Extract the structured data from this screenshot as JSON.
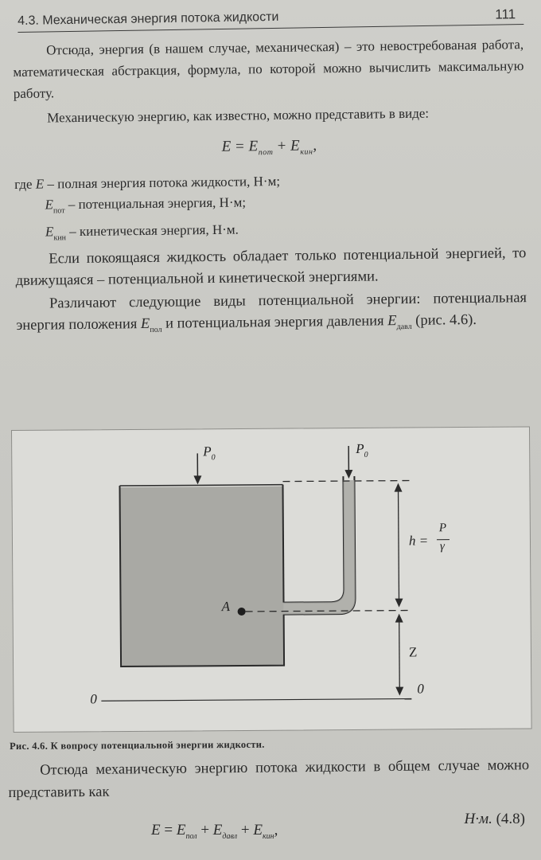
{
  "header": {
    "section": "4.3. Механическая энергия потока жидкости",
    "page_number": "111"
  },
  "paragraphs": {
    "p1": "Отсюда, энергия (в нашем случае, механическая) – это невостребованая работа, математическая абстракция, формула, по которой можно вычислить максимальную работу.",
    "p2": "Механическую энергию, как известно, можно представить в виде:"
  },
  "formula1": {
    "lhs": "E",
    "eq": "=",
    "t1": "E",
    "t1_sub": "пот",
    "plus": "+",
    "t2": "E",
    "t2_sub": "кин",
    "tail": ","
  },
  "definitions": [
    {
      "prefix": "где ",
      "sym": "E",
      "sub": "",
      "text": " – полная энергия потока жидкости, Н·м;"
    },
    {
      "prefix": "",
      "sym": "E",
      "sub": "пот",
      "text": " – потенциальная энергия, Н·м;"
    },
    {
      "prefix": "",
      "sym": "E",
      "sub": "кин",
      "text": " – кинетическая энергия, Н·м."
    }
  ],
  "paragraphs2": {
    "p3": "Если покоящаяся жидкость обладает только потенциальной энергией, то движущаяся – потенциальной и кинетической энергиями.",
    "p4_a": "Различают следующие виды потенциальной энергии: потенциальная энергия положения ",
    "p4_sym1": "E",
    "p4_sub1": "пол",
    "p4_b": " и потенциальная энергия давления ",
    "p4_sym2": "E",
    "p4_sub2": "давл",
    "p4_c": " (рис. 4.6)."
  },
  "figure": {
    "label_p0_left": "P",
    "label_p0_left_sub": "0",
    "label_p0_right": "P",
    "label_p0_right_sub": "0",
    "label_h": "h =",
    "label_h_num": "P",
    "label_h_den": "γ",
    "label_A": "A",
    "label_z": "Z",
    "label_zero_left": "0",
    "label_zero_right": "0"
  },
  "caption": "Рис. 4.6. К вопросу потенциальной энергии жидкости.",
  "after_text": "Отсюда механическую энергию потока жидкости в общем случае можно представить как",
  "formula2": {
    "lhs": "E",
    "eq": "=",
    "t1": "E",
    "t1_sub": "пол",
    "plus1": "+",
    "t2": "E",
    "t2_sub": "давл",
    "plus2": "+",
    "t3": "E",
    "t3_sub": "кин",
    "tail": ",",
    "unit": "Н·м.",
    "number": "(4.8)"
  }
}
